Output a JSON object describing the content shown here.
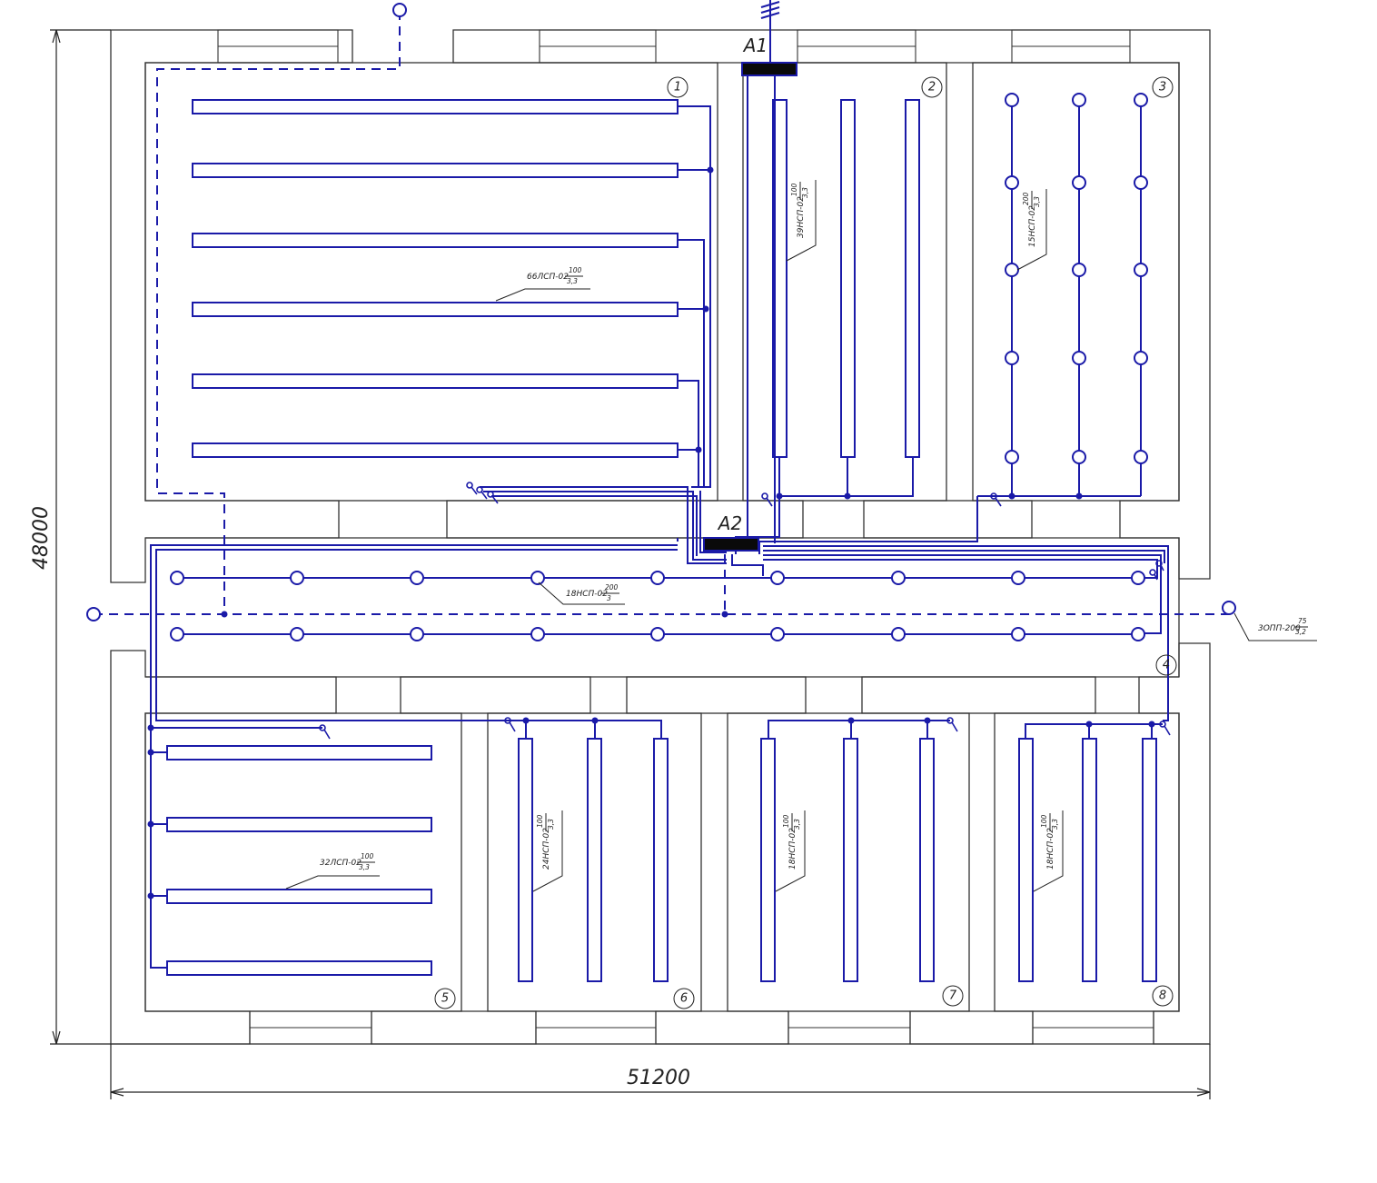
{
  "drawing": {
    "panel_a1": "A1",
    "panel_a2": "A2",
    "dim_width": "51200",
    "dim_height": "48000"
  },
  "rooms": [
    "1",
    "2",
    "3",
    "4",
    "5",
    "6",
    "7",
    "8"
  ],
  "fixture_labels": {
    "room1": {
      "name": "66ЛСП-02",
      "num": "100",
      "den": "3,3"
    },
    "room2": {
      "name": "39НСП-02",
      "num": "100",
      "den": "3,3"
    },
    "room3": {
      "name": "15НСП-02",
      "num": "200",
      "den": "3,3"
    },
    "room4": {
      "name": "18НСП-02",
      "num": "200",
      "den": "3"
    },
    "outdoor": {
      "name": "3ОПП-200",
      "num": "75",
      "den": "3,2"
    },
    "room5": {
      "name": "32ЛСП-02",
      "num": "100",
      "den": "3,3"
    },
    "room6": {
      "name": "24НСП-02",
      "num": "100",
      "den": "3,3"
    },
    "room7": {
      "name": "18НСП-02",
      "num": "100",
      "den": "3,3"
    },
    "room8": {
      "name": "18НСП-02",
      "num": "100",
      "den": "3,3"
    }
  },
  "colors": {
    "wiring": "#1a1aa8",
    "walls": "#333333"
  }
}
